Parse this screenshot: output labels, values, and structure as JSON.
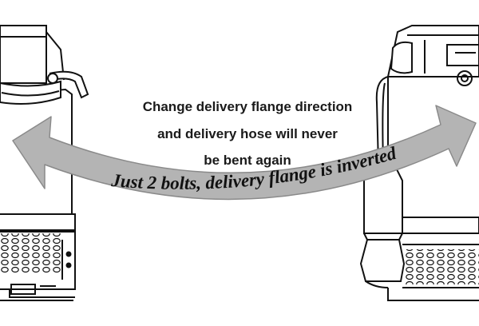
{
  "caption": {
    "line1": "Change delivery flange direction",
    "line2": "and delivery hose will never",
    "line3": "be bent again"
  },
  "arrow_label": "Just 2 bolts, delivery flange is inverted",
  "colors": {
    "arrow_fill": "#b4b4b4",
    "arrow_stroke": "#8a8a8a",
    "line_art": "#111111",
    "background": "#ffffff"
  }
}
